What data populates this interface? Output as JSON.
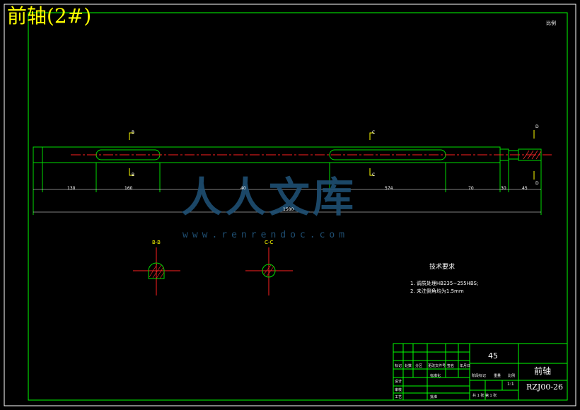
{
  "page_title": "前轴(2#)",
  "scale_note": "比例",
  "watermark": {
    "brand": "人人文库",
    "url": "www.renrendoc.com"
  },
  "tech_requirements": {
    "heading": "技术要求",
    "items": [
      "1. 调质处理HB235~255HBS;",
      "2. 未注倒角均为1.5mm"
    ]
  },
  "title_block": {
    "material": "45",
    "part_name": "前轴",
    "drawing_number": "RZJ00-26",
    "scale": "1:1",
    "row_labels": [
      "标记",
      "设计",
      "审核",
      "工艺"
    ],
    "col_labels": [
      "处数",
      "分区",
      "更改文件号",
      "签名",
      "年月日"
    ],
    "meta_labels": [
      "标准化",
      "批准",
      "阶段标记",
      "重量",
      "比例"
    ],
    "sheet": "共 1 张 第 1 张"
  },
  "sections": [
    {
      "label": "B-B"
    },
    {
      "label": "C-C"
    }
  ],
  "section_markers": [
    "B",
    "B",
    "C",
    "C",
    "D",
    "D"
  ],
  "dimensions": [
    "1580",
    "130",
    "160",
    "40",
    "574",
    "70",
    "30",
    "45"
  ],
  "colors": {
    "background": "#000000",
    "frame": "#00ff00",
    "outline": "#00cc00",
    "centerline": "#ff2020",
    "hatch": "#ff3030",
    "text": "#ffffff",
    "title": "#ffff00",
    "watermark": "#1f4f73"
  }
}
